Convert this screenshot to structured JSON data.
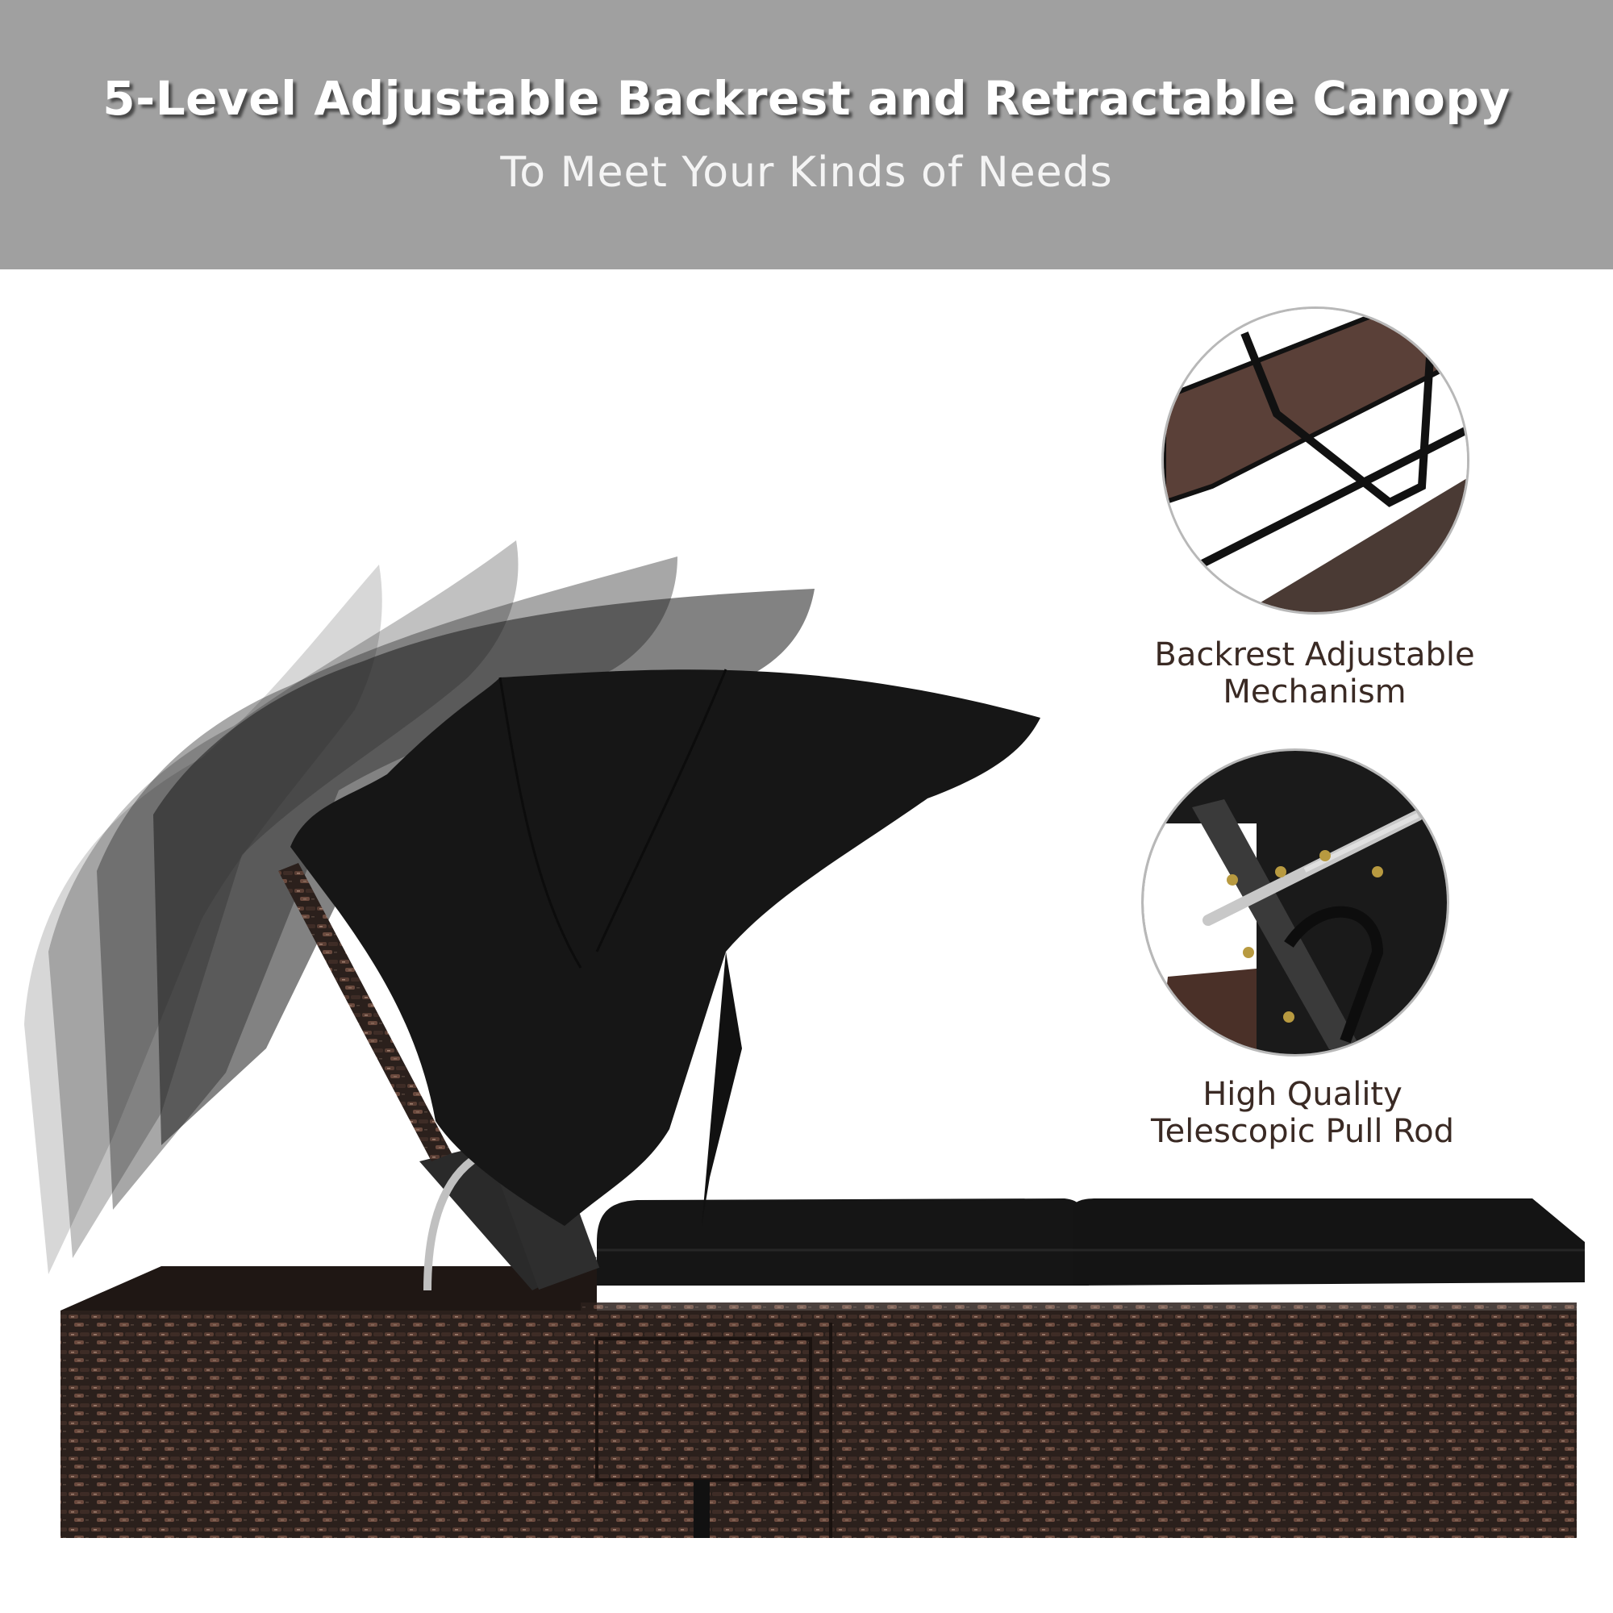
{
  "banner": {
    "title": "5-Level Adjustable Backrest and Retractable Canopy",
    "subtitle": "To Meet Your Kinds of Needs",
    "background_color": "#a0a0a0",
    "text_color": "#ffffff"
  },
  "product": {
    "description": "Brown rattan wicker chaise lounge with black cushions and a black retractable canopy shown at multiple backrest angles",
    "backrest_levels": 5,
    "colors": {
      "wicker": "#3a2a24",
      "cushion": "#141414",
      "canopy": "#1a1a1a"
    }
  },
  "callouts": [
    {
      "caption_line1": "Backrest Adjustable",
      "caption_line2": "Mechanism",
      "image": "close-up of steel backrest support frame with notched ratchet under wicker"
    },
    {
      "caption_line1": "High Quality",
      "caption_line2": "Telescopic Pull Rod",
      "image": "close-up of silver gas-strut telescopic rod with brass bolts on canopy hinge"
    }
  ],
  "caption_color": "#3a2a24"
}
